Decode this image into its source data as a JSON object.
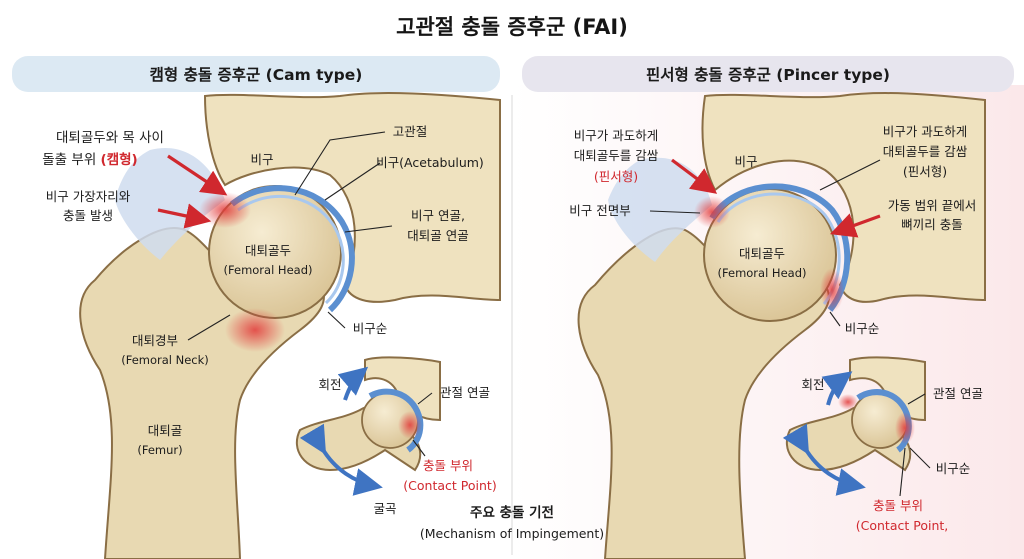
{
  "title": "고관절 충돌 증후군 (FAI)",
  "colors": {
    "accent_red": "#d0282e",
    "cartilage_blue": "#5b8fd0",
    "bone": "#e8d9b2",
    "header_left": "#dce9f3",
    "header_right": "#e7e5ee"
  },
  "cam": {
    "header": "캠형 충돌 증후군 (Cam type)",
    "bump_line1": "대퇴골두와 목 사이",
    "bump_line2_a": "돌출 부위 ",
    "bump_line2_b": "(캠형)",
    "rim_line1": "비구 가장자리와",
    "rim_line2": "충돌 발생",
    "acetabulum_ko": "비구",
    "hip_joint": "고관절",
    "acetabulum_full": "비구(Acetabulum)",
    "cartilage_line1": "비구 연골,",
    "cartilage_line2": "대퇴골 연골",
    "head_ko": "대퇴골두",
    "head_en": "(Femoral Head)",
    "neck_ko": "대퇴경부",
    "neck_en": "(Femoral Neck)",
    "femur_ko": "대퇴골",
    "femur_en": "(Femur)",
    "labrum": "비구순",
    "rotation": "회전",
    "joint_cartilage": "관절 연골",
    "contact_ko": "충돌 부위",
    "contact_en": "(Contact Point)",
    "flexion": "굴곡"
  },
  "mechanism_ko": "주요 충돌 기전",
  "mechanism_en": "(Mechanism of Impingement)",
  "pincer": {
    "header": "핀서형 충돌 증후군 (Pincer type)",
    "left_line1": "비구가 과도하게",
    "left_line2": "대퇴골두를 감쌈",
    "left_line3": "(핀서형)",
    "right_line1": "비구가 과도하게",
    "right_line2": "대퇴골두를 감쌈",
    "right_line3": "(핀서형)",
    "acetabulum_ko": "비구",
    "anterior_wall": "비구 전면부",
    "rom_line1": "가동 범위 끝에서",
    "rom_line2": "뼈끼리 충돌",
    "head_ko": "대퇴골두",
    "head_en": "(Femoral Head)",
    "labrum": "비구순",
    "rotation": "회전",
    "joint_cartilage": "관절 연골",
    "labrum2": "비구순",
    "contact_ko": "충돌 부위",
    "contact_en": "(Contact Point,"
  }
}
